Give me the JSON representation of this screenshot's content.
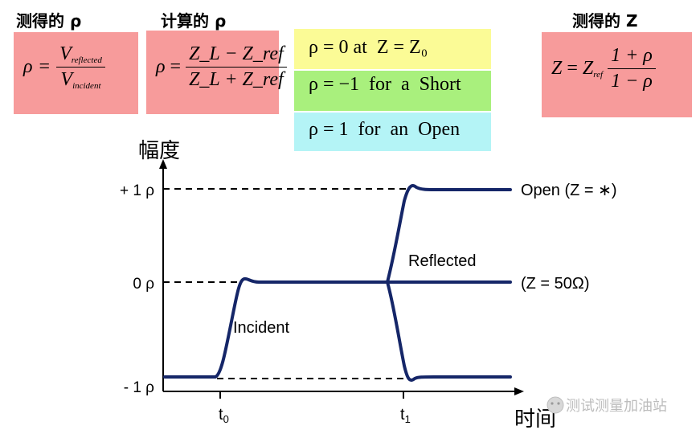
{
  "headings": {
    "measured_rho": "测得的 ρ",
    "calculated_rho": "计算的 ρ",
    "measured_z": "测得的 Z"
  },
  "formulas": {
    "rho_measured": {
      "lhs": "ρ",
      "numerator": "V",
      "numerator_sub": "reflected",
      "denominator": "V",
      "denominator_sub": "incident"
    },
    "rho_calculated": {
      "lhs": "ρ",
      "numerator": "Z_L − Z_ref",
      "denominator": "Z_L + Z_ref"
    },
    "z_measured": {
      "lhs": "Z",
      "ref": "Z",
      "ref_sub": "ref",
      "numerator": "1 + ρ",
      "denominator": "1 − ρ"
    }
  },
  "conditions": [
    {
      "text": "ρ = 0 at  Z = Z₀",
      "color": "#fbfb96"
    },
    {
      "text": "ρ = −1  for  a  Short",
      "color": "#a9f07d"
    },
    {
      "text": "ρ = 1  for  an  Open",
      "color": "#b4f4f6"
    }
  ],
  "chart_data": {
    "type": "line",
    "ylabel": "幅度",
    "xlabel": "时间",
    "y_ticks": [
      {
        "value": 1,
        "label": "+ 1 ρ"
      },
      {
        "value": 0,
        "label": "0 ρ"
      },
      {
        "value": -1,
        "label": "- 1 ρ"
      }
    ],
    "x_ticks": [
      {
        "label": "t",
        "sub": "0"
      },
      {
        "label": "t",
        "sub": "1"
      }
    ],
    "annotations": {
      "incident": "Incident",
      "reflected": "Reflected",
      "open": "Open (Z = ∗)",
      "matched": "(Z = 50Ω)"
    }
  },
  "watermark": "测试测量加油站",
  "colors": {
    "trace": "#152668",
    "box_pink": "#f79b9b",
    "box_yellow": "#fbfb96",
    "box_green": "#a9f07d",
    "box_cyan": "#b4f4f6"
  }
}
